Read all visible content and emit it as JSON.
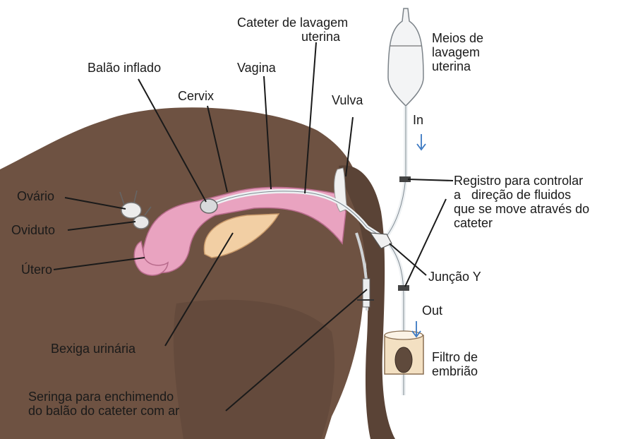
{
  "diagram": {
    "labels": {
      "cateter": [
        "Cateter de lavagem",
        "uterina"
      ],
      "meios": [
        "Meios de",
        "lavagem",
        "uterina"
      ],
      "balao": "Balão inflado",
      "vagina": "Vagina",
      "cervix": "Cervix",
      "vulva": "Vulva",
      "in": "In",
      "out": "Out",
      "registro": [
        "Registro para controlar",
        "a   direção de fluidos",
        "que se move através do",
        "cateter"
      ],
      "ovario": "Ovário",
      "oviduto": "Oviduto",
      "utero": "Útero",
      "juncao": "Junção Y",
      "bexiga": "Bexiga urinária",
      "filtro": [
        "Filtro de",
        "embrião"
      ],
      "seringa": [
        "Seringa para enchimendo",
        "do balão do cateter com ar"
      ]
    },
    "colors": {
      "body": "#6e5242",
      "body_dark": "#4e3a2e",
      "tract": "#e9a3c0",
      "tract_edge": "#b86b8c",
      "bladder": "#f2cfa4",
      "tube": "#eef1f3",
      "tube_edge": "#7f8a92",
      "flow_arrow": "#3a78c2",
      "leader": "#1a1a1a"
    }
  }
}
